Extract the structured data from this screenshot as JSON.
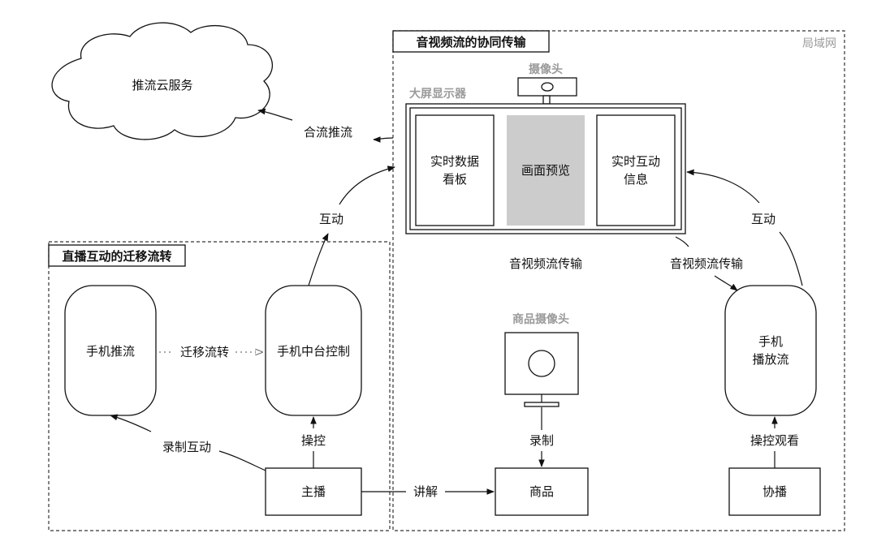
{
  "regions": {
    "lan": "局域网",
    "av_sync": "音视频流的协同传输",
    "live_migration": "直播互动的迁移流转"
  },
  "nodes": {
    "cloud": "推流云服务",
    "camera": "摄像头",
    "big_screen": "大屏显示器",
    "panel_left_line1": "实时数据",
    "panel_left_line2": "看板",
    "panel_middle": "画面预览",
    "panel_right_line1": "实时互动",
    "panel_right_line2": "信息",
    "phone_push": "手机推流",
    "phone_control": "手机中台控制",
    "product_camera": "商品摄像头",
    "phone_play_line1": "手机",
    "phone_play_line2": "播放流",
    "host": "主播",
    "product": "商品",
    "assistant": "协播"
  },
  "edges": {
    "merge_push": "合流推流",
    "interact_left": "互动",
    "interact_right": "互动",
    "av_transfer_center": "音视频流传输",
    "av_transfer_right": "音视频流传输",
    "migrate": "迁移流转",
    "record_interact": "录制互动",
    "operate": "操控",
    "record": "录制",
    "explain": "讲解",
    "operate_watch": "操控观看"
  },
  "colors": {
    "preview_fill": "#cccccc",
    "muted_label": "#9a9a9a"
  }
}
